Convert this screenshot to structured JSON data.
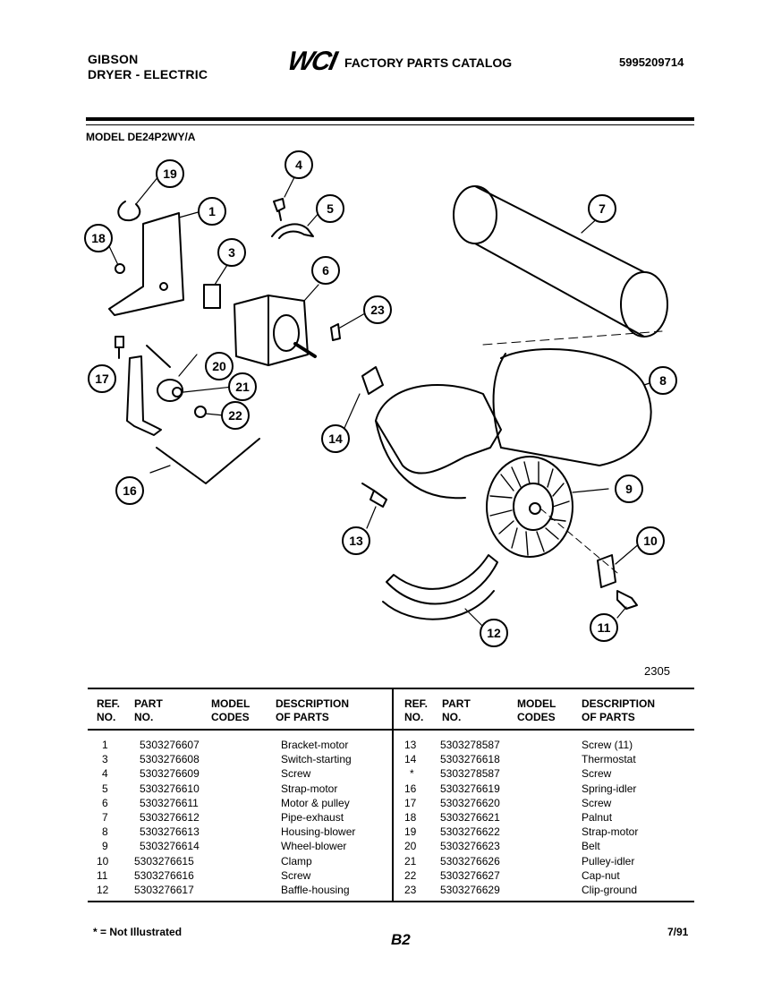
{
  "header": {
    "brand": "GIBSON",
    "product": "DRYER - ELECTRIC",
    "logo": "WCI",
    "catalog_title": "FACTORY PARTS CATALOG",
    "catalog_number": "5995209714"
  },
  "model_line": "MODEL DE24P2WY/A",
  "figure_number": "2305",
  "callouts": [
    "19",
    "4",
    "1",
    "5",
    "7",
    "18",
    "3",
    "6",
    "23",
    "17",
    "20",
    "21",
    "22",
    "8",
    "14",
    "16",
    "9",
    "13",
    "10",
    "12",
    "11"
  ],
  "table": {
    "headers": {
      "ref": [
        "REF.",
        "NO."
      ],
      "part": [
        "PART",
        "NO."
      ],
      "model": [
        "MODEL",
        "CODES"
      ],
      "desc": [
        "DESCRIPTION",
        "OF PARTS"
      ]
    },
    "left": [
      {
        "ref": "1",
        "part": "5303276607",
        "desc": "Bracket-motor"
      },
      {
        "ref": "3",
        "part": "5303276608",
        "desc": "Switch-starting"
      },
      {
        "ref": "4",
        "part": "5303276609",
        "desc": "Screw"
      },
      {
        "ref": "5",
        "part": "5303276610",
        "desc": "Strap-motor"
      },
      {
        "ref": "6",
        "part": "5303276611",
        "desc": "Motor & pulley"
      },
      {
        "ref": "7",
        "part": "5303276612",
        "desc": "Pipe-exhaust"
      },
      {
        "ref": "8",
        "part": "5303276613",
        "desc": "Housing-blower"
      },
      {
        "ref": "9",
        "part": "5303276614",
        "desc": "Wheel-blower"
      },
      {
        "ref": "10",
        "part": "5303276615",
        "desc": "Clamp"
      },
      {
        "ref": "11",
        "part": "5303276616",
        "desc": "Screw"
      },
      {
        "ref": "12",
        "part": "5303276617",
        "desc": "Baffle-housing"
      }
    ],
    "right": [
      {
        "ref": "13",
        "part": "5303278587",
        "desc": "Screw (11)"
      },
      {
        "ref": "14",
        "part": "5303276618",
        "desc": "Thermostat"
      },
      {
        "ref": "*",
        "part": "5303278587",
        "desc": "Screw"
      },
      {
        "ref": "16",
        "part": "5303276619",
        "desc": "Spring-idler"
      },
      {
        "ref": "17",
        "part": "5303276620",
        "desc": "Screw"
      },
      {
        "ref": "18",
        "part": "5303276621",
        "desc": "Palnut"
      },
      {
        "ref": "19",
        "part": "5303276622",
        "desc": "Strap-motor"
      },
      {
        "ref": "20",
        "part": "5303276623",
        "desc": "Belt"
      },
      {
        "ref": "21",
        "part": "5303276626",
        "desc": "Pulley-idler"
      },
      {
        "ref": "22",
        "part": "5303276627",
        "desc": "Cap-nut"
      },
      {
        "ref": "23",
        "part": "5303276629",
        "desc": "Clip-ground"
      }
    ]
  },
  "footer": {
    "note": "* = Not Illustrated",
    "page": "B2",
    "date": "7/91"
  }
}
